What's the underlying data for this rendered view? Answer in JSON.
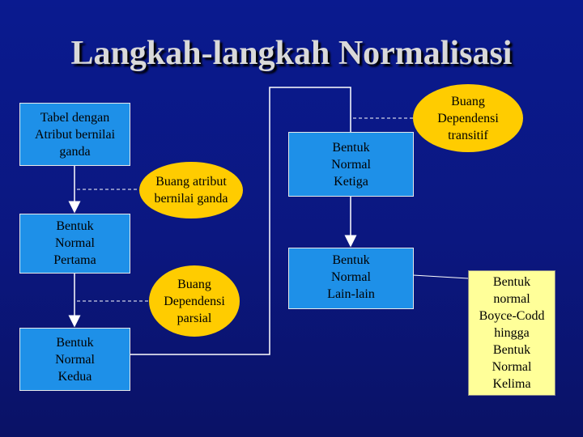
{
  "slide": {
    "title": "Langkah-langkah Normalisasi"
  },
  "boxes": {
    "unnormalized": "Tabel dengan\nAtribut bernilai\nganda",
    "nf1": "Bentuk\nNormal\nPertama",
    "nf2": "Bentuk\nNormal\nKedua",
    "nf3": "Bentuk\nNormal\nKetiga",
    "nf_other": "Bentuk\nNormal\nLain-lain",
    "bcnf_5nf": "Bentuk\nnormal\nBoyce-Codd\nhingga\nBentuk\nNormal\nKelima"
  },
  "steps": {
    "remove_multivalued": "Buang atribut\nbernilai ganda",
    "remove_partial": "Buang\nDependensi\nparsial",
    "remove_transitive": "Buang\nDependensi\ntransitif"
  },
  "colors": {
    "background": "#0a1a8f",
    "box_fill": "#1e90e8",
    "oval_fill": "#ffcc00",
    "final_box_fill": "#ffff99",
    "title_text": "#d9d9d9"
  }
}
